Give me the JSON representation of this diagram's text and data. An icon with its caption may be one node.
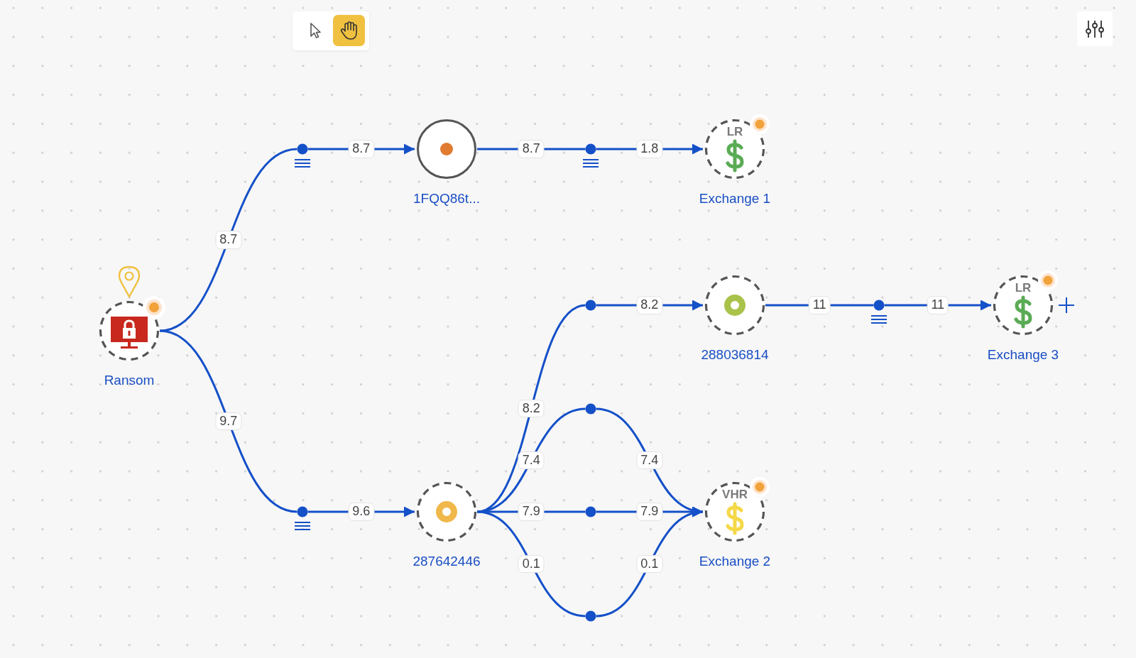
{
  "diagram": {
    "nodes": [
      {
        "text": [
          "Ransom"
        ]
      },
      {
        "text": [],
        "shape": "circle"
      },
      {
        "text": [
          "1FQQ86t..."
        ]
      },
      {
        "text": [],
        "shape": "circle"
      },
      {
        "text": [
          "LR",
          "Exchange 1"
        ]
      },
      {
        "text": [],
        "shape": "circle"
      },
      {
        "text": [
          "287642446"
        ]
      },
      {
        "text": [],
        "shape": "circle"
      },
      {
        "text": [
          "288036814"
        ]
      },
      {
        "text": [],
        "shape": "circle"
      },
      {
        "text": [
          "LR",
          "Exchange 3"
        ]
      },
      {
        "text": [],
        "shape": "circle"
      },
      {
        "text": [],
        "shape": "circle"
      },
      {
        "text": [],
        "shape": "circle"
      },
      {
        "text": [
          "VHR",
          "Exchange 2"
        ]
      }
    ],
    "edges": [
      {
        "from": 0,
        "to": 1,
        "arrow": "none",
        "label": "8.7"
      },
      {
        "from": 1,
        "to": 2,
        "arrow": "to",
        "label": "8.7"
      },
      {
        "from": 2,
        "to": 3,
        "arrow": "none",
        "label": "8.7"
      },
      {
        "from": 3,
        "to": 4,
        "arrow": "to",
        "label": "1.8"
      },
      {
        "from": 0,
        "to": 5,
        "arrow": "none",
        "label": "9.7"
      },
      {
        "from": 5,
        "to": 6,
        "arrow": "to",
        "label": "9.6"
      },
      {
        "from": 6,
        "to": 7,
        "arrow": "none",
        "label": "8.2"
      },
      {
        "from": 7,
        "to": 8,
        "arrow": "to",
        "label": "8.2"
      },
      {
        "from": 8,
        "to": 9,
        "arrow": "none",
        "label": "11"
      },
      {
        "from": 9,
        "to": 10,
        "arrow": "to",
        "label": "11"
      },
      {
        "from": 6,
        "to": 11,
        "arrow": "none",
        "label": "7.4"
      },
      {
        "from": 11,
        "to": 14,
        "arrow": "to",
        "label": "7.4"
      },
      {
        "from": 6,
        "to": 12,
        "arrow": "none",
        "label": "7.9"
      },
      {
        "from": 12,
        "to": 14,
        "arrow": "to",
        "label": "7.9"
      },
      {
        "from": 6,
        "to": 13,
        "arrow": "none",
        "label": "0.1"
      },
      {
        "from": 13,
        "to": 14,
        "arrow": "to",
        "label": "0.1"
      }
    ]
  }
}
